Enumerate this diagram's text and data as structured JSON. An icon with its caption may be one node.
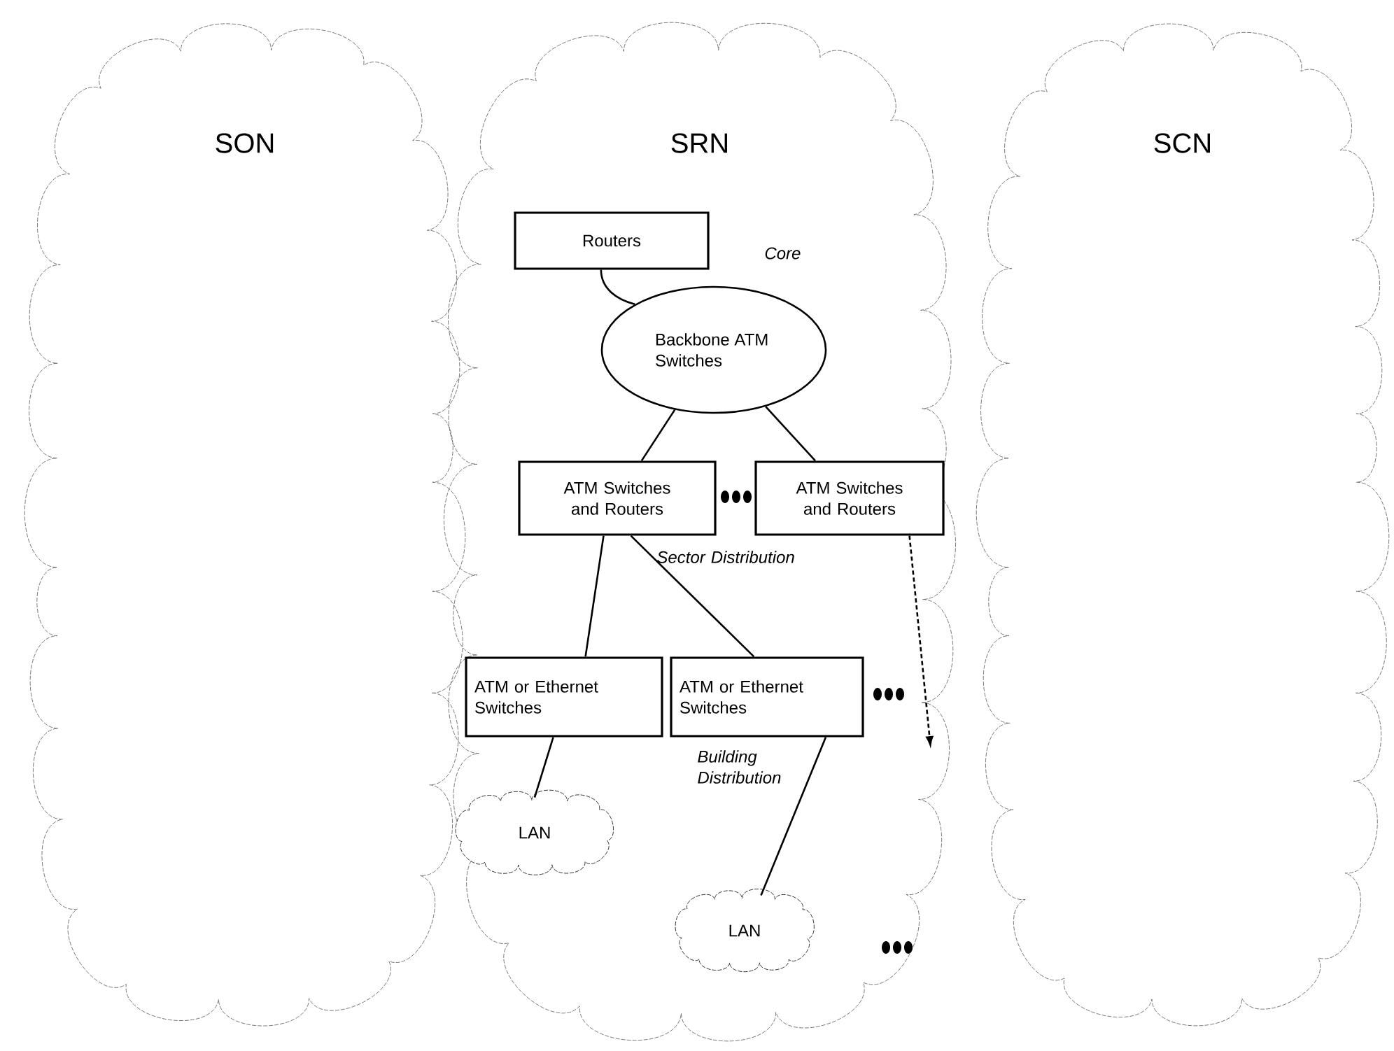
{
  "diagram": {
    "nodes": [
      {
        "text": [
          "SON"
        ]
      },
      {
        "text": [
          "SRN"
        ]
      },
      {
        "text": [
          "SCN"
        ]
      },
      {
        "text": [
          "Routers"
        ],
        "in": 1
      },
      {
        "text": [
          "Backbone ATM Switches"
        ],
        "in": 1
      },
      {
        "text": [
          "ATM Switches and Routers"
        ],
        "in": 1
      },
      {
        "text": [
          "ATM Switches and Routers"
        ],
        "in": 1
      },
      {
        "text": [
          "ATM or Ethernet Switches"
        ],
        "in": 1
      },
      {
        "text": [
          "ATM or Ethernet Switches"
        ],
        "in": 1
      },
      {
        "text": [
          "LAN"
        ],
        "in": 1
      },
      {
        "text": [
          "LAN"
        ],
        "in": 1
      }
    ],
    "edges": [
      {
        "from": 3,
        "to": 4,
        "arrow": "none"
      },
      {
        "from": 4,
        "to": 5,
        "arrow": "none"
      },
      {
        "from": 4,
        "to": 6,
        "arrow": "none"
      },
      {
        "from": 5,
        "to": 7,
        "arrow": "none"
      },
      {
        "from": 5,
        "to": 8,
        "arrow": "none"
      },
      {
        "from": 7,
        "to": 9,
        "arrow": "none"
      },
      {
        "from": 8,
        "to": 10,
        "arrow": "none"
      },
      {
        "from": 6,
        "to": null,
        "arrow": "to",
        "style": "dashed"
      }
    ],
    "labels": [
      "Core",
      "Sector Distribution",
      "Building Distribution"
    ]
  }
}
